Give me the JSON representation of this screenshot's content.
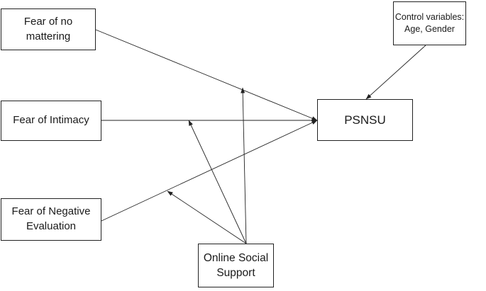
{
  "nodes": {
    "no_mattering": "Fear of no\nmattering",
    "intimacy": "Fear of Intimacy",
    "negative_eval": "Fear of Negative\nEvaluation",
    "control": "Control variables:\nAge, Gender",
    "psnsu": "PSNSU",
    "social_support": "Online Social\nSupport"
  },
  "colors": {
    "line": "#222222",
    "border": "#222222",
    "background": "#ffffff"
  }
}
